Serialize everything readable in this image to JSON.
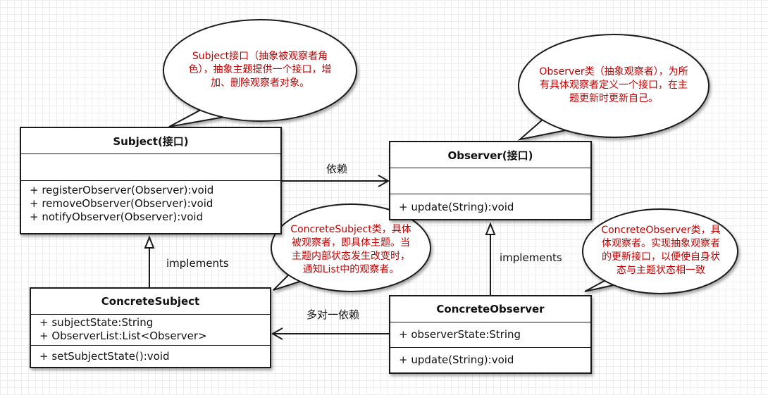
{
  "subject": {
    "name": "Subject(接口)",
    "attributes": [],
    "methods": [
      "+ registerObserver(Observer):void",
      "+ removeObserver(Observer):void",
      "+ notifyObserver(Observer):void"
    ]
  },
  "observer": {
    "name": "Observer(接口)",
    "attributes": [],
    "methods": [
      "+ update(String):void"
    ]
  },
  "concrete_subject": {
    "name": "ConcreteSubject",
    "attributes": [
      "+ subjectState:String",
      "+ ObserverList:List<Observer>"
    ],
    "methods": [
      "+ setSubjectState():void"
    ]
  },
  "concrete_observer": {
    "name": "ConcreteObserver",
    "attributes": [
      "+ observerState:String"
    ],
    "methods": [
      "+ update(String):void"
    ]
  },
  "relations": {
    "dependency": "依赖",
    "implements_subject": "implements",
    "implements_observer": "implements",
    "many_to_one": "多对一依赖"
  },
  "notes": {
    "subject": [
      "Subject接口（抽象被观察者角",
      "色），抽象主题提供一个接口，增",
      "加、删除观察者对象。"
    ],
    "observer": [
      "Observer类（抽象观察者），为所",
      "有具体观察者定义一个接口，在主",
      "题更新时更新自己。"
    ],
    "concrete_subject": [
      "ConcreteSubject类，具体",
      "被观察者，即具体主题。当",
      "主题内部状态发生改变时，",
      "通知List中的观察者。"
    ],
    "concrete_observer": [
      "ConcreteObserver类，具",
      "体观察者。实现抽象观察者",
      "的更新接口，以便使自身状",
      "态与主题状态相一致"
    ]
  },
  "colors": {
    "note_text": "#c00000",
    "line": "#1a1a1a",
    "grid": "#eeeeee"
  }
}
